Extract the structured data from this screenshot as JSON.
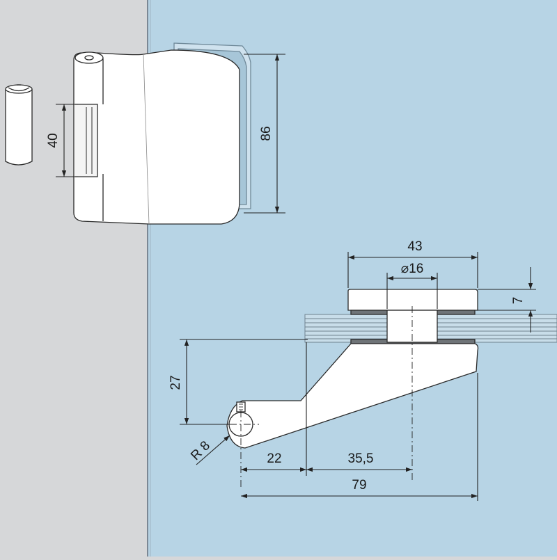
{
  "colors": {
    "wall": "#d6d7d9",
    "glass": "#b7d4e5",
    "glass_edge": "#8aa6b8",
    "part_fill": "#ffffff",
    "outline": "#2a2a2a",
    "dimension": "#222222",
    "gasket": "#6f7478"
  },
  "dimensions": {
    "pin_length": "40",
    "hinge_height": "86",
    "plate_width": "43",
    "bolt_diameter": "⌀16",
    "plate_thickness": "7",
    "arm_offset": "27",
    "pin_radius": "R 8",
    "pivot_to_glass": "22",
    "glass_to_bolt": "35,5",
    "overall_length": "79"
  }
}
